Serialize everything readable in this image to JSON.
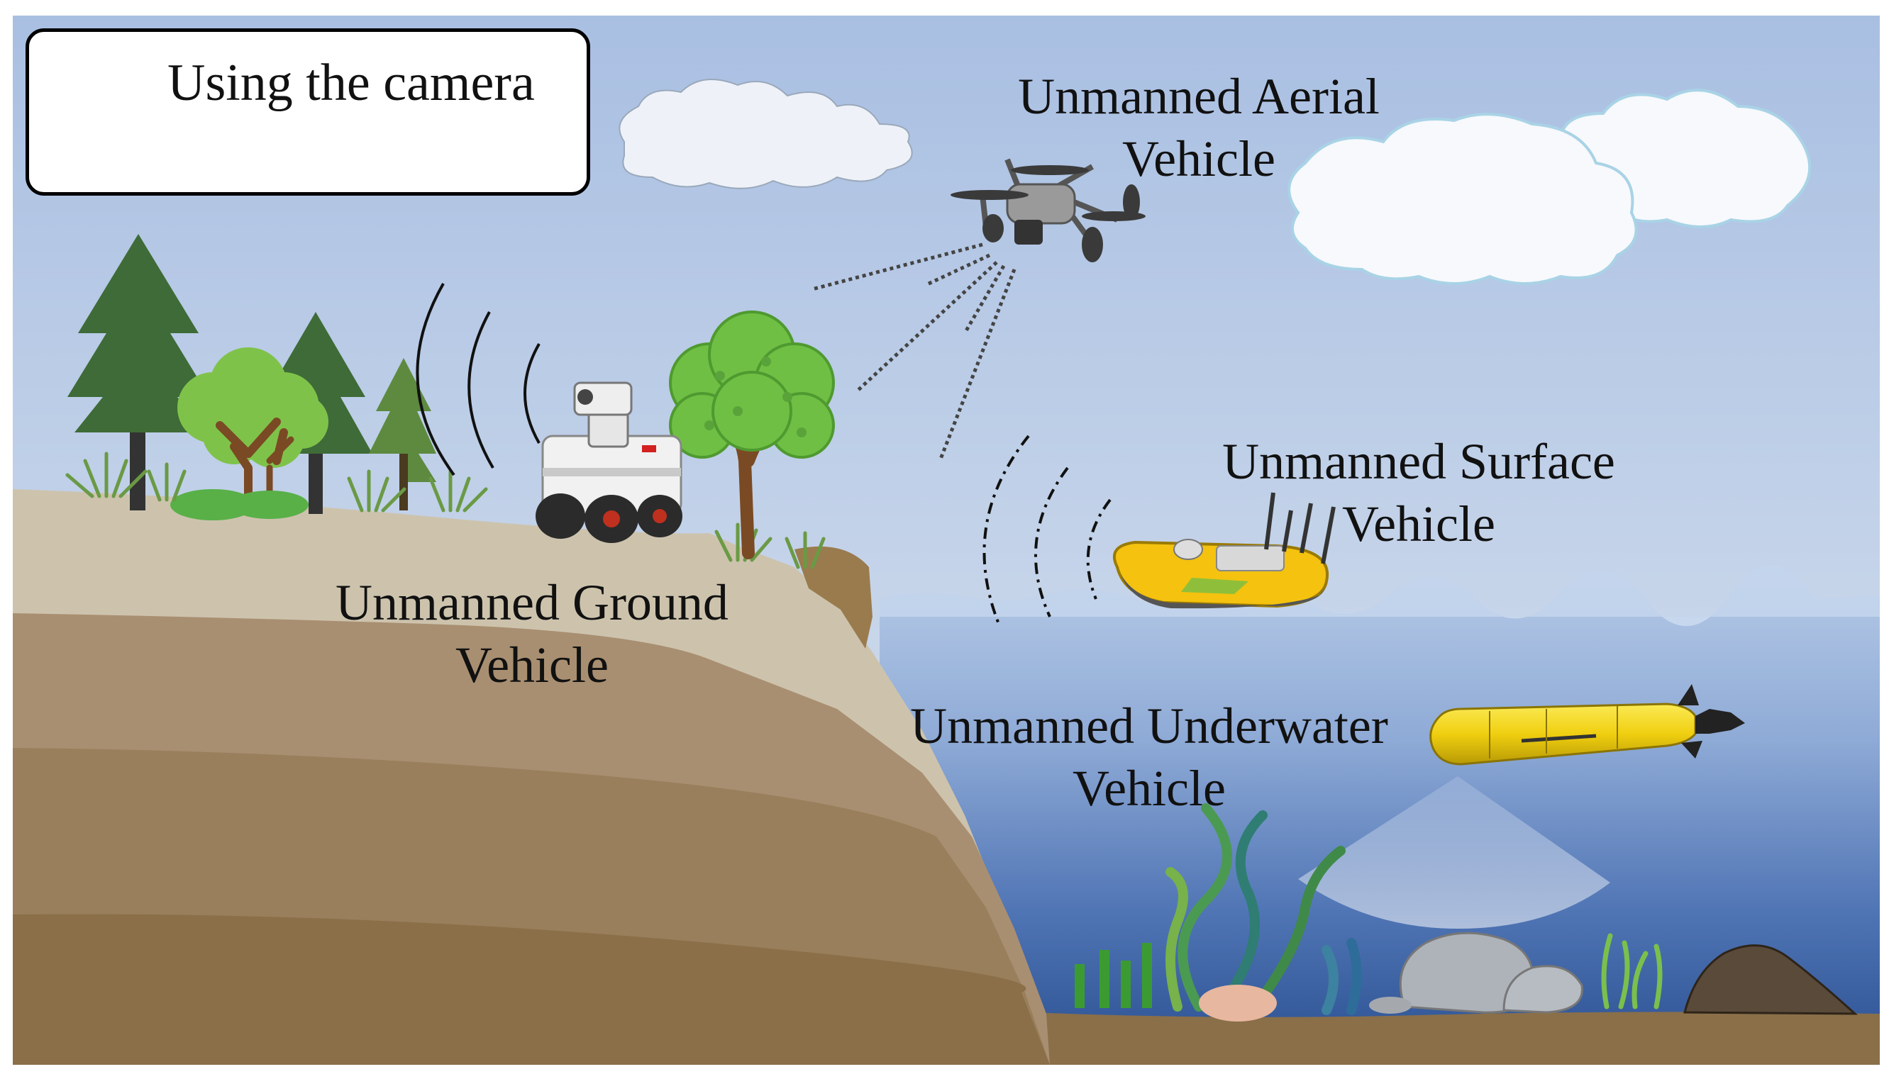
{
  "legend": {
    "label": "Using the camera",
    "icon": "camera-module-icon"
  },
  "vehicles": {
    "aerial": {
      "line1": "Unmanned Aerial",
      "line2": "Vehicle"
    },
    "surface": {
      "line1": "Unmanned Surface",
      "line2": "Vehicle"
    },
    "ground": {
      "line1": "Unmanned Ground",
      "line2": "Vehicle"
    },
    "underwater": {
      "line1": "Unmanned Underwater",
      "line2": "Vehicle"
    }
  },
  "colors": {
    "sky_top": "#a9bfe2",
    "sky_bottom": "#dce6f2",
    "water_top": "#b3c8e6",
    "water_bottom": "#2f5697",
    "land_top": "#cdc3ad",
    "land_mid": "#a38b6c",
    "land_bottom": "#8a6f49",
    "tree_dark": "#3e6b37",
    "tree_light": "#7fc24a",
    "auv_yellow": "#f2d51a",
    "usv_yellow": "#f4c20f"
  }
}
